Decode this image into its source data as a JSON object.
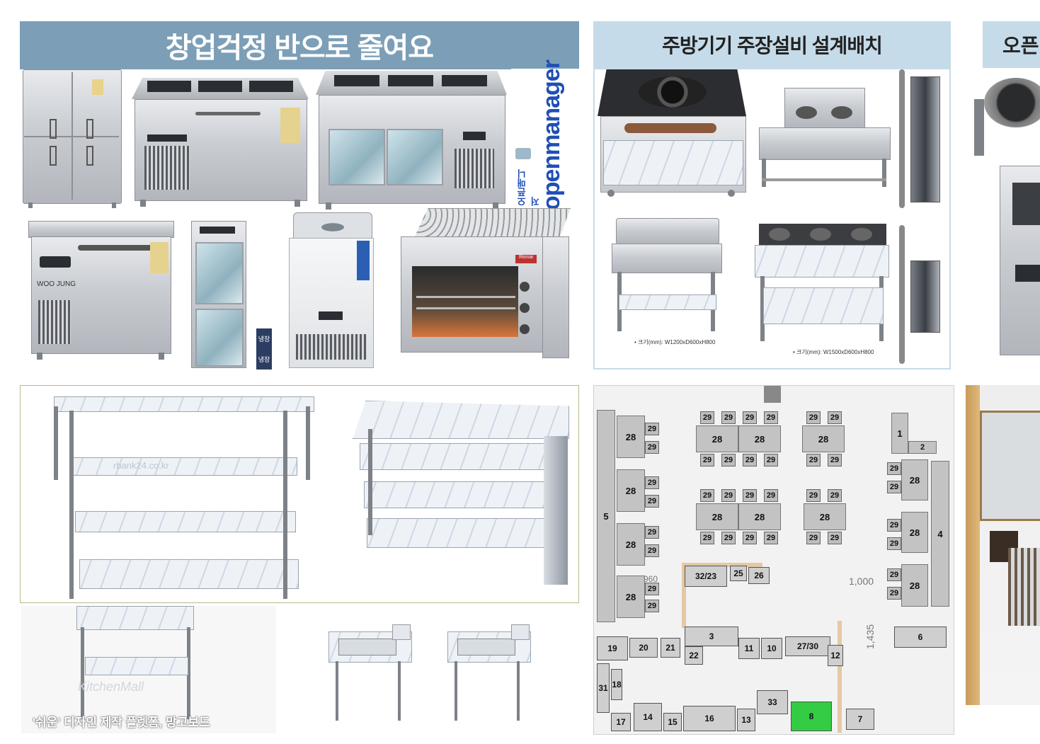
{
  "banners": {
    "left": "창업걱정 반으로 줄여요",
    "middle": "주방기기 주장설비 설계배치",
    "right": "오픈"
  },
  "brand": {
    "logo_text": "openmanager",
    "logo_kr": "오픈매니저"
  },
  "labels": {
    "woojung": "WOO JUNG",
    "rinnai": "Rinnai",
    "stand1_size": "• 크기(mm): W1200xD600xH800",
    "stand2_size": "• 크기(mm): W1500xD600xH800",
    "watermark1": "rbank24.co.kr",
    "watermark2": "KitchenMall",
    "shelf_caption": "'쉬운' 디자인 제작 플렛폼, 망고보드",
    "freezer_tag_top": "냉장",
    "freezer_tag_bottom": "냉장"
  },
  "floorplan": {
    "numbers": {
      "n1": "1",
      "n2": "2",
      "n3": "3",
      "n4": "4",
      "n5": "5",
      "n6": "6",
      "n7": "7",
      "n8": "8",
      "n10": "10",
      "n11": "11",
      "n12": "12",
      "n13": "13",
      "n14": "14",
      "n15": "15",
      "n16": "16",
      "n17": "17",
      "n18": "18",
      "n19": "19",
      "n20": "20",
      "n21": "21",
      "n22": "22",
      "n23": "23",
      "n25": "25",
      "n26": "26",
      "n27": "27",
      "n30": "30",
      "n31": "31",
      "n32": "32",
      "n33": "33",
      "table": "28",
      "chair": "29"
    },
    "dims": {
      "d960": "960",
      "d1000": "1,000",
      "d1435": "1,435"
    }
  },
  "colors": {
    "banner_left": "#7c9fb7",
    "banner_right": "#c6dbe9",
    "logo_blue": "#1f4fb5"
  }
}
